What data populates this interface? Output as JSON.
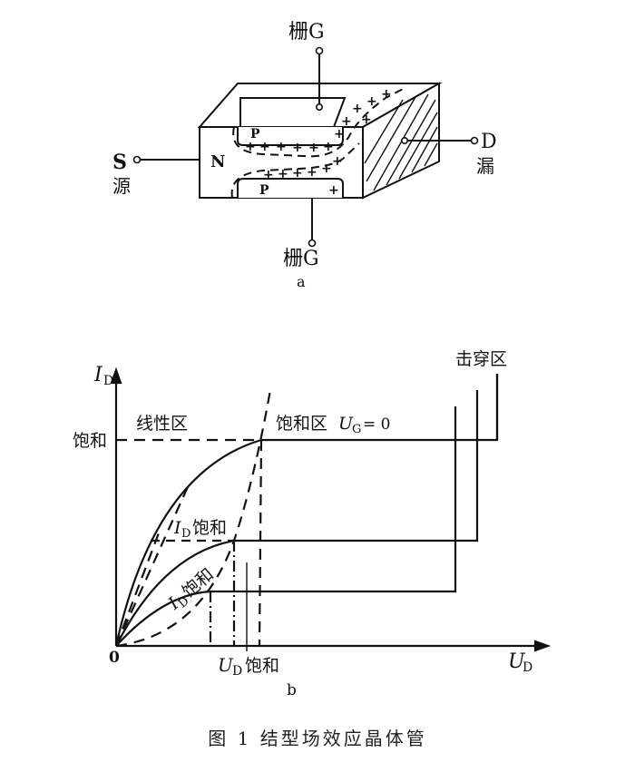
{
  "figure_a": {
    "gate_top": "栅G",
    "gate_bottom": "栅G",
    "source_letter": "S",
    "source_name": "源",
    "drain_letter": "D",
    "drain_name": "漏",
    "channel": "N",
    "p_top": "P",
    "p_bottom": "P",
    "sublabel": "a"
  },
  "figure_b": {
    "y_axis_label": "I",
    "y_axis_sub": "D",
    "x_axis_label": "U",
    "x_axis_sub": "D",
    "origin": "0",
    "saturation_tick": "饱和",
    "linear_region": "线性区",
    "saturation_region": "饱和区",
    "ug_label": "U",
    "ug_sub": "G",
    "ug_value": "= 0",
    "breakdown_region": "击穿区",
    "id_sat_1_main": "I",
    "id_sat_1_sub": "D",
    "id_sat_1_text": "饱和",
    "id_sat_2_main": "I",
    "id_sat_2_sub": "D",
    "id_sat_2_text": "饱和",
    "ud_sat_main": "U",
    "ud_sat_sub": "D",
    "ud_sat_text": "饱和",
    "sublabel": "b"
  },
  "caption": "图 1   结型场效应晶体管"
}
